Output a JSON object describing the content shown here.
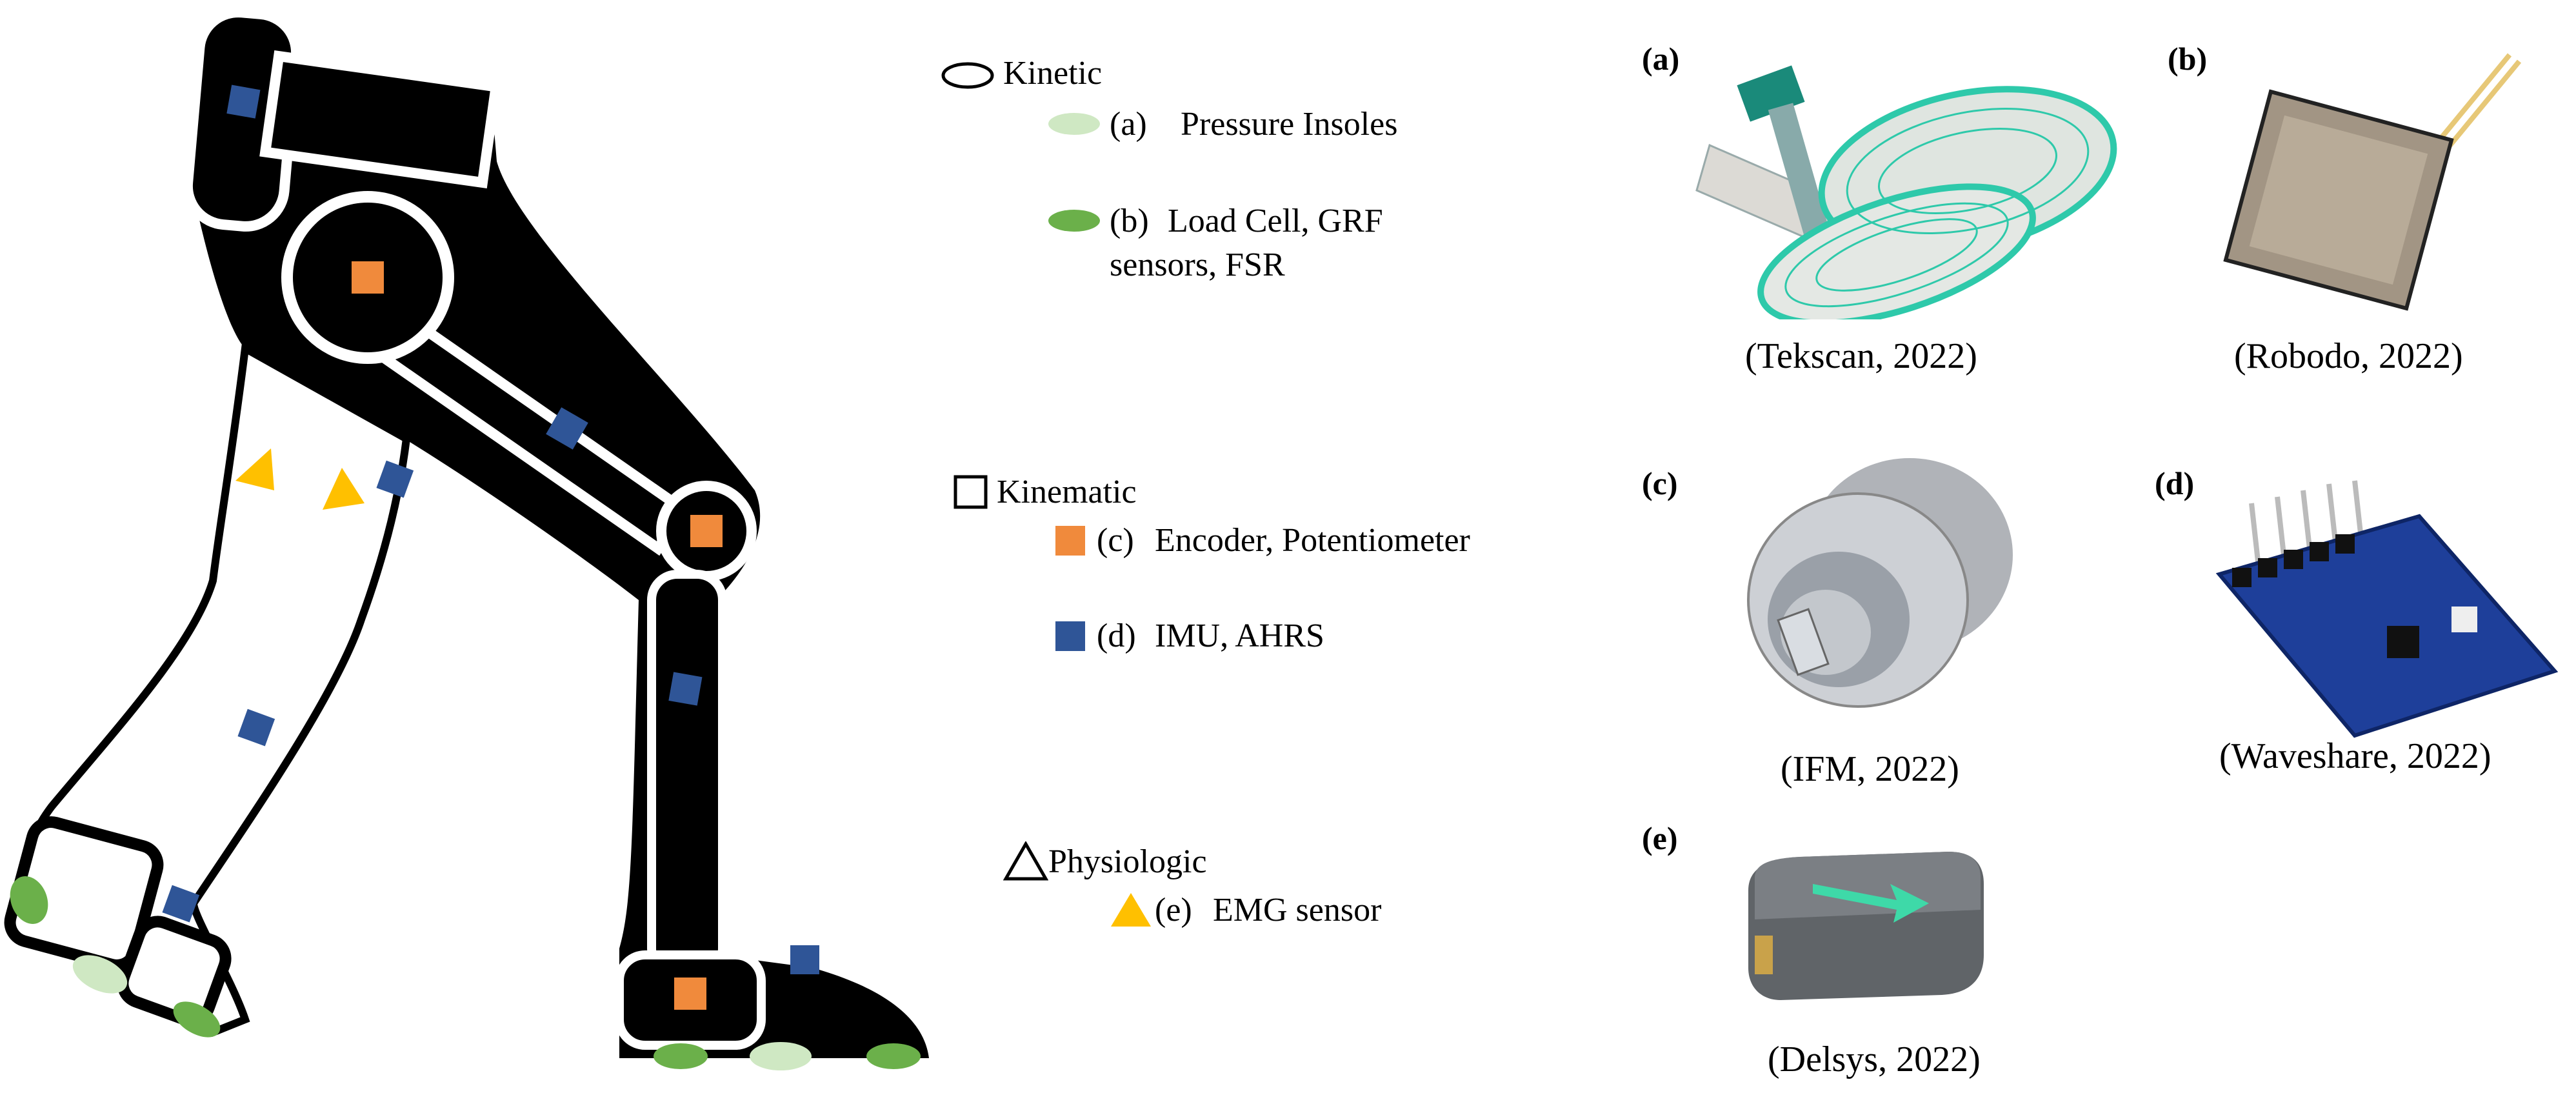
{
  "legend": {
    "kinetic": {
      "title": "Kinetic",
      "items": [
        {
          "tag": "(a)",
          "label": "Pressure Insoles",
          "color": "#cfe8c3"
        },
        {
          "tag": "(b)",
          "label": "Load Cell, GRF",
          "label2": "sensors, FSR",
          "color": "#6bb04a"
        }
      ]
    },
    "kinematic": {
      "title": "Kinematic",
      "items": [
        {
          "tag": "(c)",
          "label": "Encoder, Potentiometer",
          "color": "#f08a3c"
        },
        {
          "tag": "(d)",
          "label": "IMU, AHRS",
          "color": "#2f5597"
        }
      ]
    },
    "physiologic": {
      "title": "Physiologic",
      "items": [
        {
          "tag": "(e)",
          "label": "EMG sensor",
          "color": "#ffc000"
        }
      ]
    }
  },
  "panels": [
    {
      "letter": "(a)",
      "caption": "(Tekscan, 2022)",
      "icon": "pressure-insole"
    },
    {
      "letter": "(b)",
      "caption": "(Robodo, 2022)",
      "icon": "force-sensing-resistor"
    },
    {
      "letter": "(c)",
      "caption": "(IFM, 2022)",
      "icon": "rotary-encoder"
    },
    {
      "letter": "(d)",
      "caption": "(Waveshare, 2022)",
      "icon": "imu-board"
    },
    {
      "letter": "(e)",
      "caption": "(Delsys, 2022)",
      "icon": "emg-sensor"
    }
  ]
}
